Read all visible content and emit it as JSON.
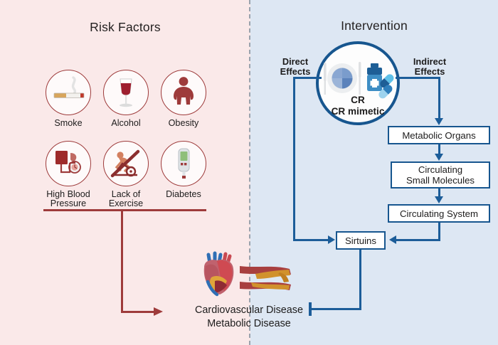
{
  "panels": {
    "left": {
      "title": "Risk Factors",
      "bg_color": "#fae9e9",
      "accent_color": "#9e3b3b"
    },
    "right": {
      "title": "Intervention",
      "bg_color": "#dde7f3",
      "accent_color": "#17568f"
    }
  },
  "risk_factors": [
    {
      "label": "Smoke",
      "icon": "cigarette-icon"
    },
    {
      "label": "Alcohol",
      "icon": "wine-glass-icon"
    },
    {
      "label": "Obesity",
      "icon": "obese-person-icon"
    },
    {
      "label": "High Blood\nPressure",
      "line1": "High Blood",
      "line2": "Pressure",
      "icon": "blood-pressure-monitor-icon"
    },
    {
      "label": "Lack of\nExercise",
      "line1": "Lack of",
      "line2": "Exercise",
      "icon": "no-exercise-icon"
    },
    {
      "label": "Diabetes",
      "icon": "glucose-meter-icon"
    }
  ],
  "intervention": {
    "circle_caption_line1": "CR",
    "circle_caption_line2": "CR mimetic",
    "circle_icon": "meal-plate-and-medicine-icon",
    "direct_effects_line1": "Direct",
    "direct_effects_line2": "Effects",
    "indirect_effects_line1": "Indirect",
    "indirect_effects_line2": "Effects",
    "flow_boxes": [
      {
        "name": "metabolic-organs",
        "label": "Metabolic Organs"
      },
      {
        "name": "circulating-small-molecules",
        "line1": "Circulating",
        "line2": "Small Molecules"
      },
      {
        "name": "circulating-system",
        "label": "Circulating System"
      },
      {
        "name": "sirtuins",
        "label": "Sirtuins"
      }
    ]
  },
  "outcome": {
    "line1": "Cardiovascular Disease",
    "line2": "Metabolic Disease",
    "artwork": "heart-and-clogged-artery-illustration"
  }
}
